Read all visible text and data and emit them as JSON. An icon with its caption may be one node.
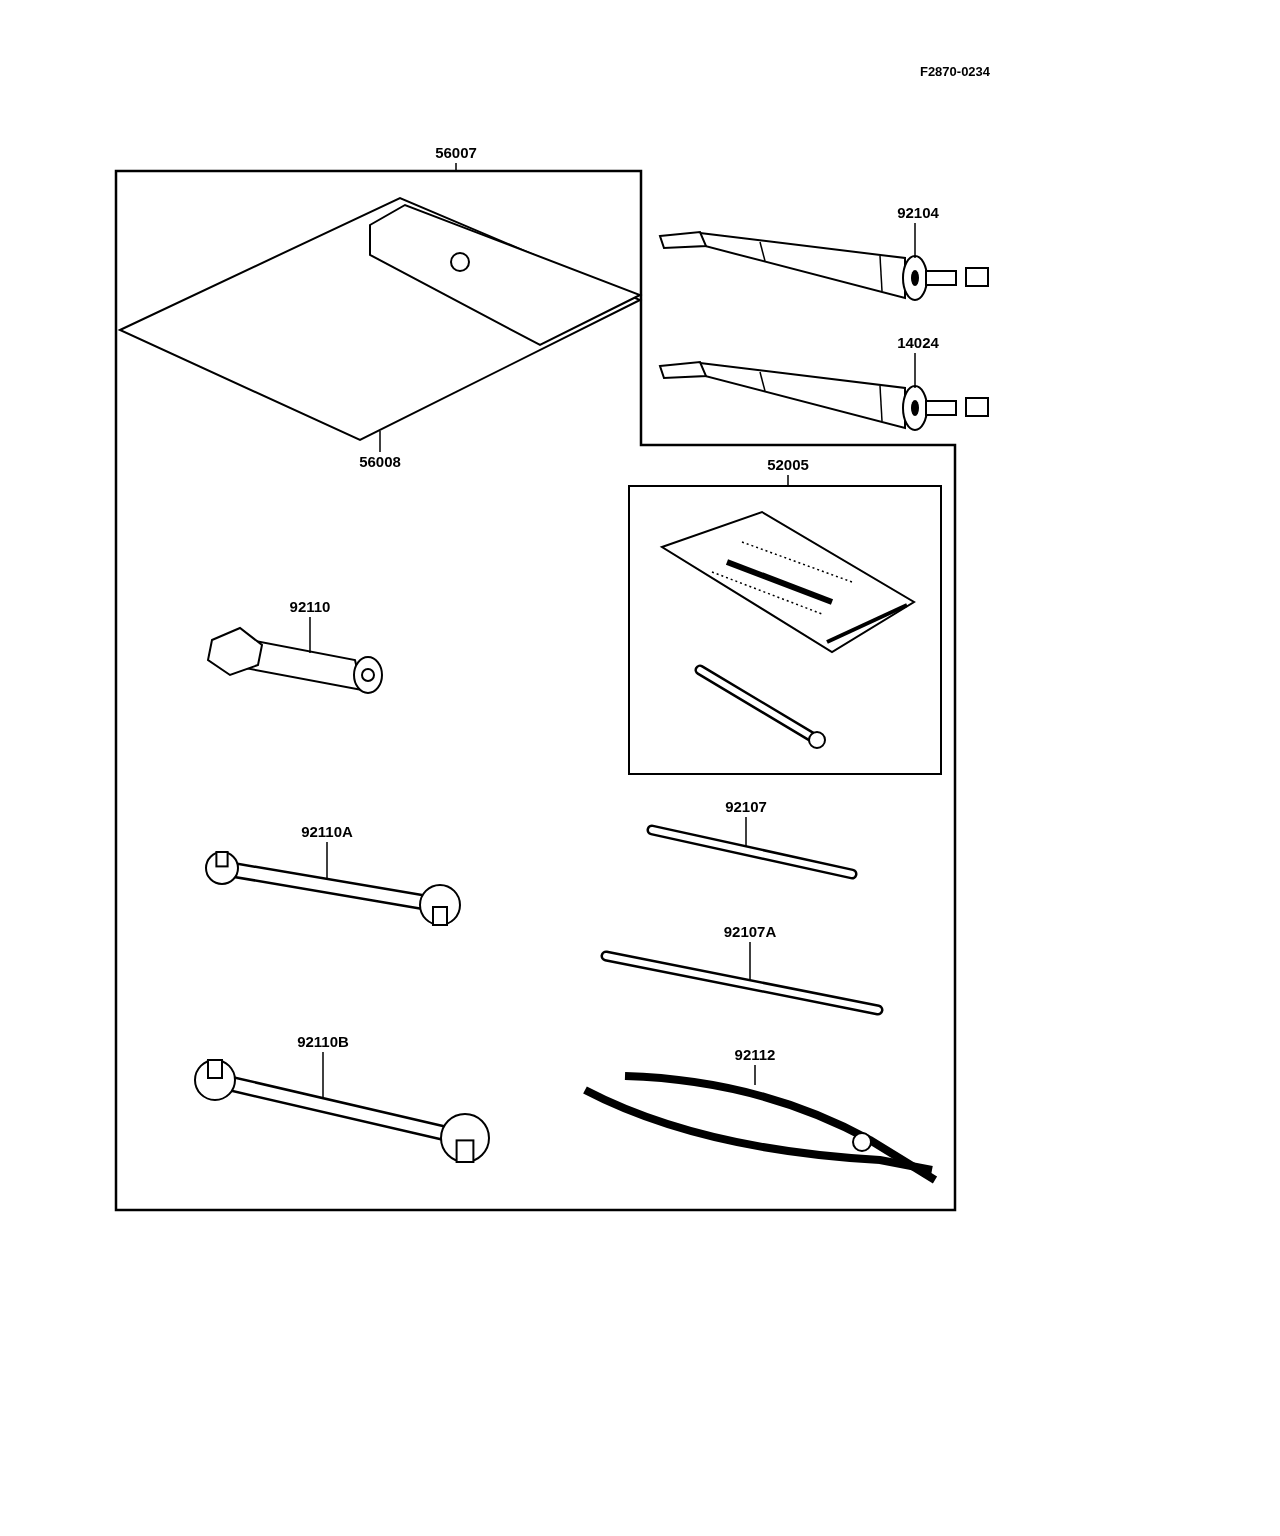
{
  "diagram": {
    "nodes": [
      {
        "text": [],
        "shape": "box"
      },
      {
        "text": [
          "56007"
        ]
      },
      {
        "text": [],
        "shape": "picture",
        "in": 0
      },
      {
        "text": [
          "56008"
        ],
        "in": 0
      },
      {
        "text": [],
        "shape": "picture"
      },
      {
        "text": [
          "92104"
        ]
      },
      {
        "text": [],
        "shape": "picture"
      },
      {
        "text": [
          "14024"
        ]
      },
      {
        "text": [
          "52005"
        ],
        "in": 0
      },
      {
        "text": [],
        "shape": "box",
        "in": 0
      },
      {
        "text": [],
        "shape": "picture",
        "in": 9
      },
      {
        "text": [],
        "shape": "picture",
        "in": 9
      },
      {
        "text": [
          "92110"
        ],
        "in": 0
      },
      {
        "text": [],
        "shape": "picture",
        "in": 0
      },
      {
        "text": [
          "92110A"
        ],
        "in": 0
      },
      {
        "text": [],
        "shape": "picture",
        "in": 0
      },
      {
        "text": [
          "92110B"
        ],
        "in": 0
      },
      {
        "text": [],
        "shape": "picture",
        "in": 0
      },
      {
        "text": [
          "92107"
        ],
        "in": 0
      },
      {
        "text": [],
        "shape": "picture",
        "in": 0
      },
      {
        "text": [
          "92107A"
        ],
        "in": 0
      },
      {
        "text": [],
        "shape": "picture",
        "in": 0
      },
      {
        "text": [
          "92112"
        ],
        "in": 0
      },
      {
        "text": [],
        "shape": "picture",
        "in": 0
      }
    ],
    "edges": [
      {
        "from": 1,
        "to": 0,
        "arrow": "none"
      },
      {
        "from": 3,
        "to": 2,
        "arrow": "none"
      },
      {
        "from": 5,
        "to": 4,
        "arrow": "none"
      },
      {
        "from": 7,
        "to": 6,
        "arrow": "none"
      },
      {
        "from": 8,
        "to": 9,
        "arrow": "none"
      },
      {
        "from": 12,
        "to": 13,
        "arrow": "none"
      },
      {
        "from": 14,
        "to": 15,
        "arrow": "none"
      },
      {
        "from": 16,
        "to": 17,
        "arrow": "none"
      },
      {
        "from": 18,
        "to": 19,
        "arrow": "none"
      },
      {
        "from": 20,
        "to": 21,
        "arrow": "none"
      },
      {
        "from": 22,
        "to": 23,
        "arrow": "none"
      }
    ],
    "labels": [
      "F2870-0234"
    ]
  }
}
